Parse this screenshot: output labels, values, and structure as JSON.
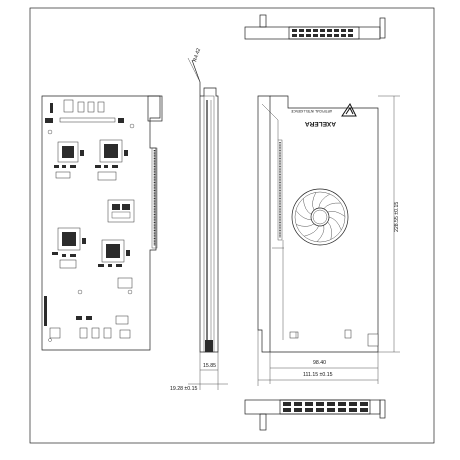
{
  "brand": {
    "logo_text": "AXELERA",
    "tagline": "ARTIFICIAL INTELLIGENCE"
  },
  "dimensions": {
    "bracket_thickness": "19.28 ±0.15",
    "card_width": "15.85",
    "bracket_angle": "R4.42",
    "card_height": "228.55 ±0.15",
    "pcb_length": "98.40",
    "overall_length": "111.15 ±0.15"
  }
}
